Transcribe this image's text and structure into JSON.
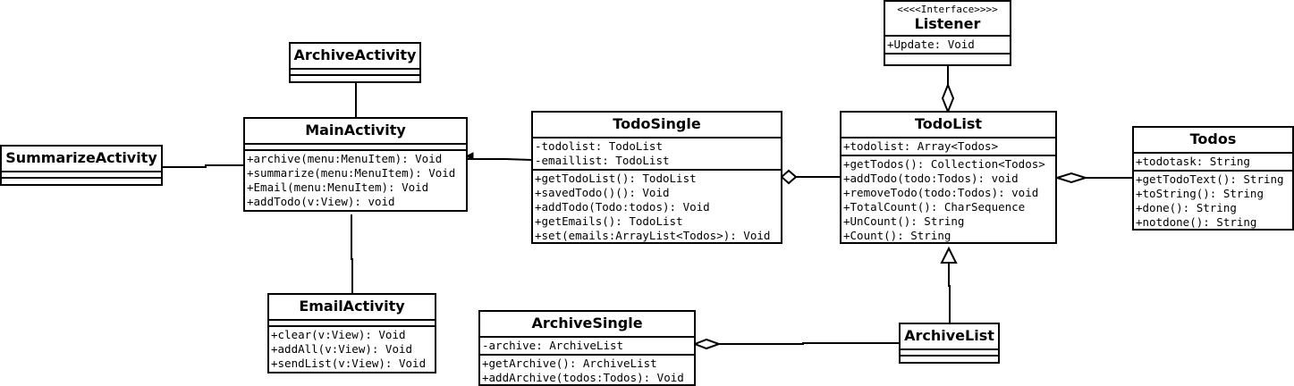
{
  "classes": {
    "archive_activity": {
      "name": "ArchiveActivity",
      "attributes": [],
      "methods": []
    },
    "main_activity": {
      "name": "MainActivity",
      "attributes": [],
      "methods": [
        "+archive(menu:MenuItem): Void",
        "+summarize(menu:MenuItem): Void",
        "+Email(menu:MenuItem): Void",
        "+addTodo(v:View): void"
      ]
    },
    "summarize_activity": {
      "name": "SummarizeActivity",
      "attributes": [],
      "methods": []
    },
    "email_activity": {
      "name": "EmailActivity",
      "attributes": [],
      "methods": [
        "+clear(v:View): Void",
        "+addAll(v:View): Void",
        "+sendList(v:View): Void"
      ]
    },
    "todo_single": {
      "name": "TodoSingle",
      "attributes": [
        "-todolist: TodoList",
        "-emaillist: TodoList"
      ],
      "methods": [
        "+getTodoList(): TodoList",
        "+savedTodo()(): Void",
        "+addTodo(Todo:todos): Void",
        "+getEmails(): TodoList",
        "+set(emails:ArrayList<Todos>): Void"
      ]
    },
    "listener": {
      "stereotype": "<<<<Interface>>>>",
      "name": "Listener",
      "attributes": [
        "+Update: Void"
      ],
      "methods": []
    },
    "todo_list": {
      "name": "TodoList",
      "attributes": [
        "+todolist: Array<Todos>"
      ],
      "methods": [
        "+getTodos(): Collection<Todos>",
        "+addTodo(todo:Todos): void",
        "+removeTodo(todo:Todos): void",
        "+TotalCount(): CharSequence",
        "+UnCount(): String",
        "+Count(): String"
      ]
    },
    "todos": {
      "name": "Todos",
      "attributes": [
        "+todotask: String"
      ],
      "methods": [
        "+getTodoText(): String",
        "+toString(): String",
        "+done(): String",
        "+notdone(): String"
      ]
    },
    "archive_single": {
      "name": "ArchiveSingle",
      "attributes": [
        "-archive: ArchiveList"
      ],
      "methods": [
        "+getArchive(): ArchiveList",
        "+addArchive(todos:Todos): Void"
      ]
    },
    "archive_list": {
      "name": "ArchiveList",
      "attributes": [],
      "methods": []
    }
  }
}
